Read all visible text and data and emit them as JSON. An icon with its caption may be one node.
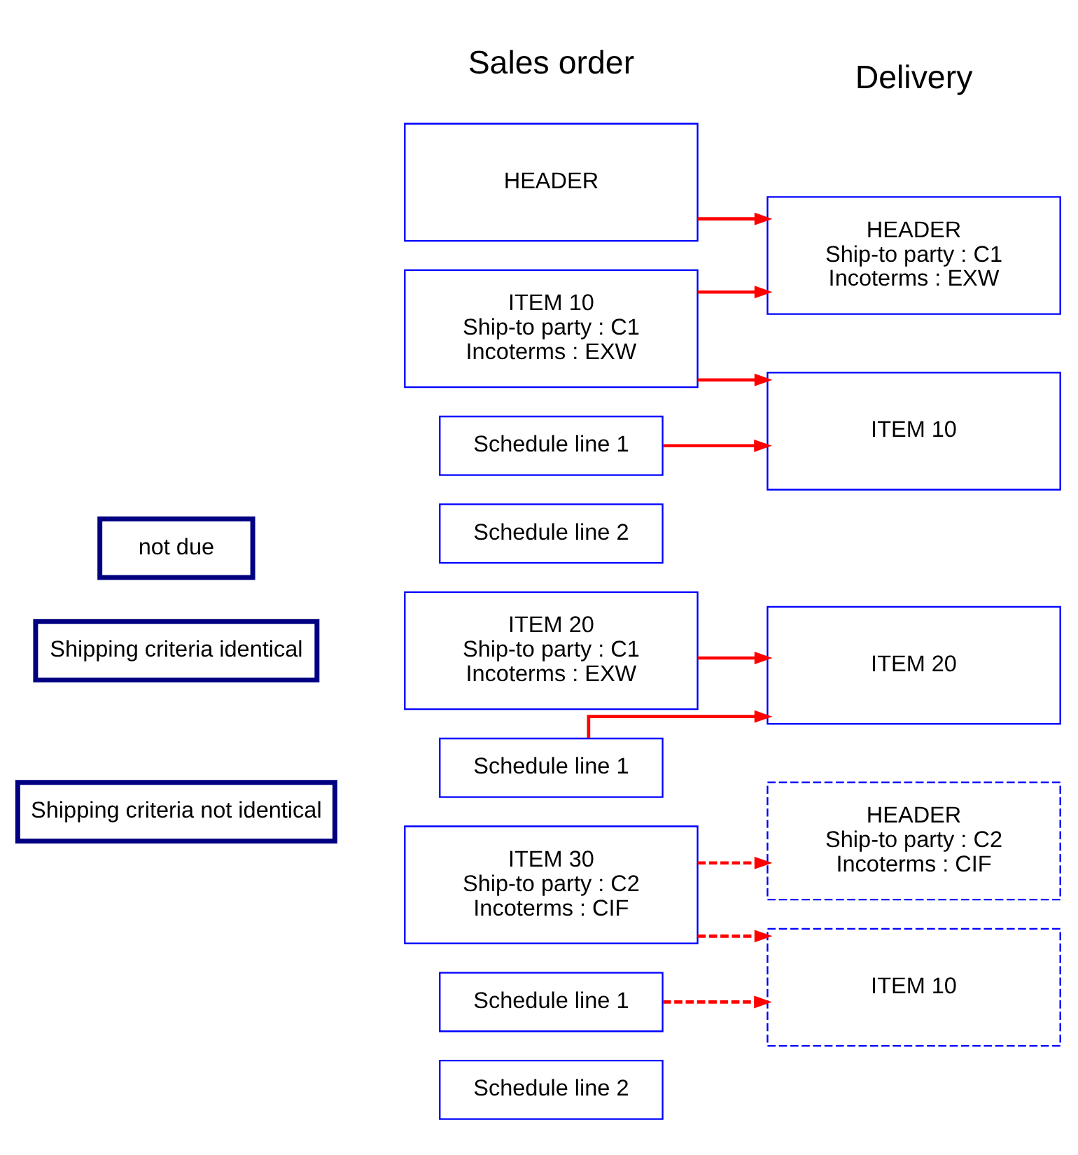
{
  "diagram": {
    "nodes": [
      {
        "text": [
          "HEADER"
        ]
      },
      {
        "text": [
          "HEADER",
          "Ship-to party : C1",
          "Incoterms : EXW"
        ]
      },
      {
        "text": [
          "ITEM 10",
          "Ship-to party : C1",
          "Incoterms : EXW"
        ]
      },
      {
        "text": [
          "ITEM 10"
        ]
      },
      {
        "text": [
          "Schedule line 1"
        ]
      },
      {
        "text": [
          "not due"
        ]
      },
      {
        "text": [
          "Schedule line 2"
        ]
      },
      {
        "text": [
          "ITEM 20",
          "Ship-to party : C1",
          "Incoterms : EXW"
        ]
      },
      {
        "text": [
          "Shipping criteria identical"
        ]
      },
      {
        "text": [
          "ITEM 20"
        ]
      },
      {
        "text": [
          "Schedule line 1"
        ]
      },
      {
        "text": [
          "ITEM 30",
          "Ship-to party : C2",
          "Incoterms : CIF"
        ]
      },
      {
        "text": [
          "HEADER",
          "Ship-to party : C2",
          "Incoterms : CIF"
        ]
      },
      {
        "text": [
          "Shipping criteria not identical"
        ]
      },
      {
        "text": [
          "Schedule line 1"
        ]
      },
      {
        "text": [
          "ITEM 10"
        ]
      },
      {
        "text": [
          "Schedule line 2"
        ]
      }
    ],
    "edges": [
      {
        "from": 0,
        "to": 1,
        "arrow": "to"
      },
      {
        "from": 2,
        "to": 1,
        "arrow": "to"
      },
      {
        "from": 2,
        "to": 3,
        "arrow": "to"
      },
      {
        "from": 4,
        "to": 3,
        "arrow": "to"
      },
      {
        "from": 7,
        "to": 9,
        "arrow": "to"
      },
      {
        "from": 10,
        "to": 9,
        "arrow": "to"
      },
      {
        "from": 11,
        "to": 12,
        "arrow": "to",
        "style": "dashed"
      },
      {
        "from": 11,
        "to": 15,
        "arrow": "to",
        "style": "dashed"
      },
      {
        "from": 14,
        "to": 15,
        "arrow": "to",
        "style": "dashed"
      }
    ],
    "labels": [
      "Sales order",
      "Delivery"
    ]
  }
}
